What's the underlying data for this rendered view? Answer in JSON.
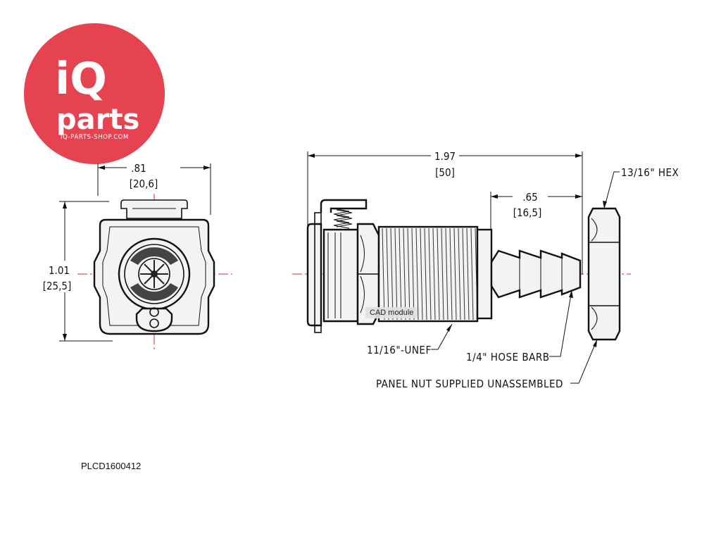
{
  "logo": {
    "line1": "iQ",
    "line2": "parts",
    "url": "IQ-PARTS-SHOP.COM",
    "color": "#e5434f"
  },
  "front_view": {
    "width_in": ".81",
    "width_mm": "[20,6]",
    "height_in": "1.01",
    "height_mm": "[25,5]"
  },
  "side_view": {
    "length_in": "1.97",
    "length_mm": "[50]",
    "barb_in": ".65",
    "barb_mm": "[16,5]"
  },
  "callouts": {
    "hex": "13/16\" HEX",
    "thread": "11/16\"-UNEF",
    "barb": "1/4\" HOSE BARB",
    "panel_nut": "PANEL NUT SUPPLIED UNASSEMBLED"
  },
  "cad_label": "CAD module",
  "part_number": "PLCD1600412",
  "colors": {
    "centerline": "#e0222a",
    "line": "#111111"
  }
}
